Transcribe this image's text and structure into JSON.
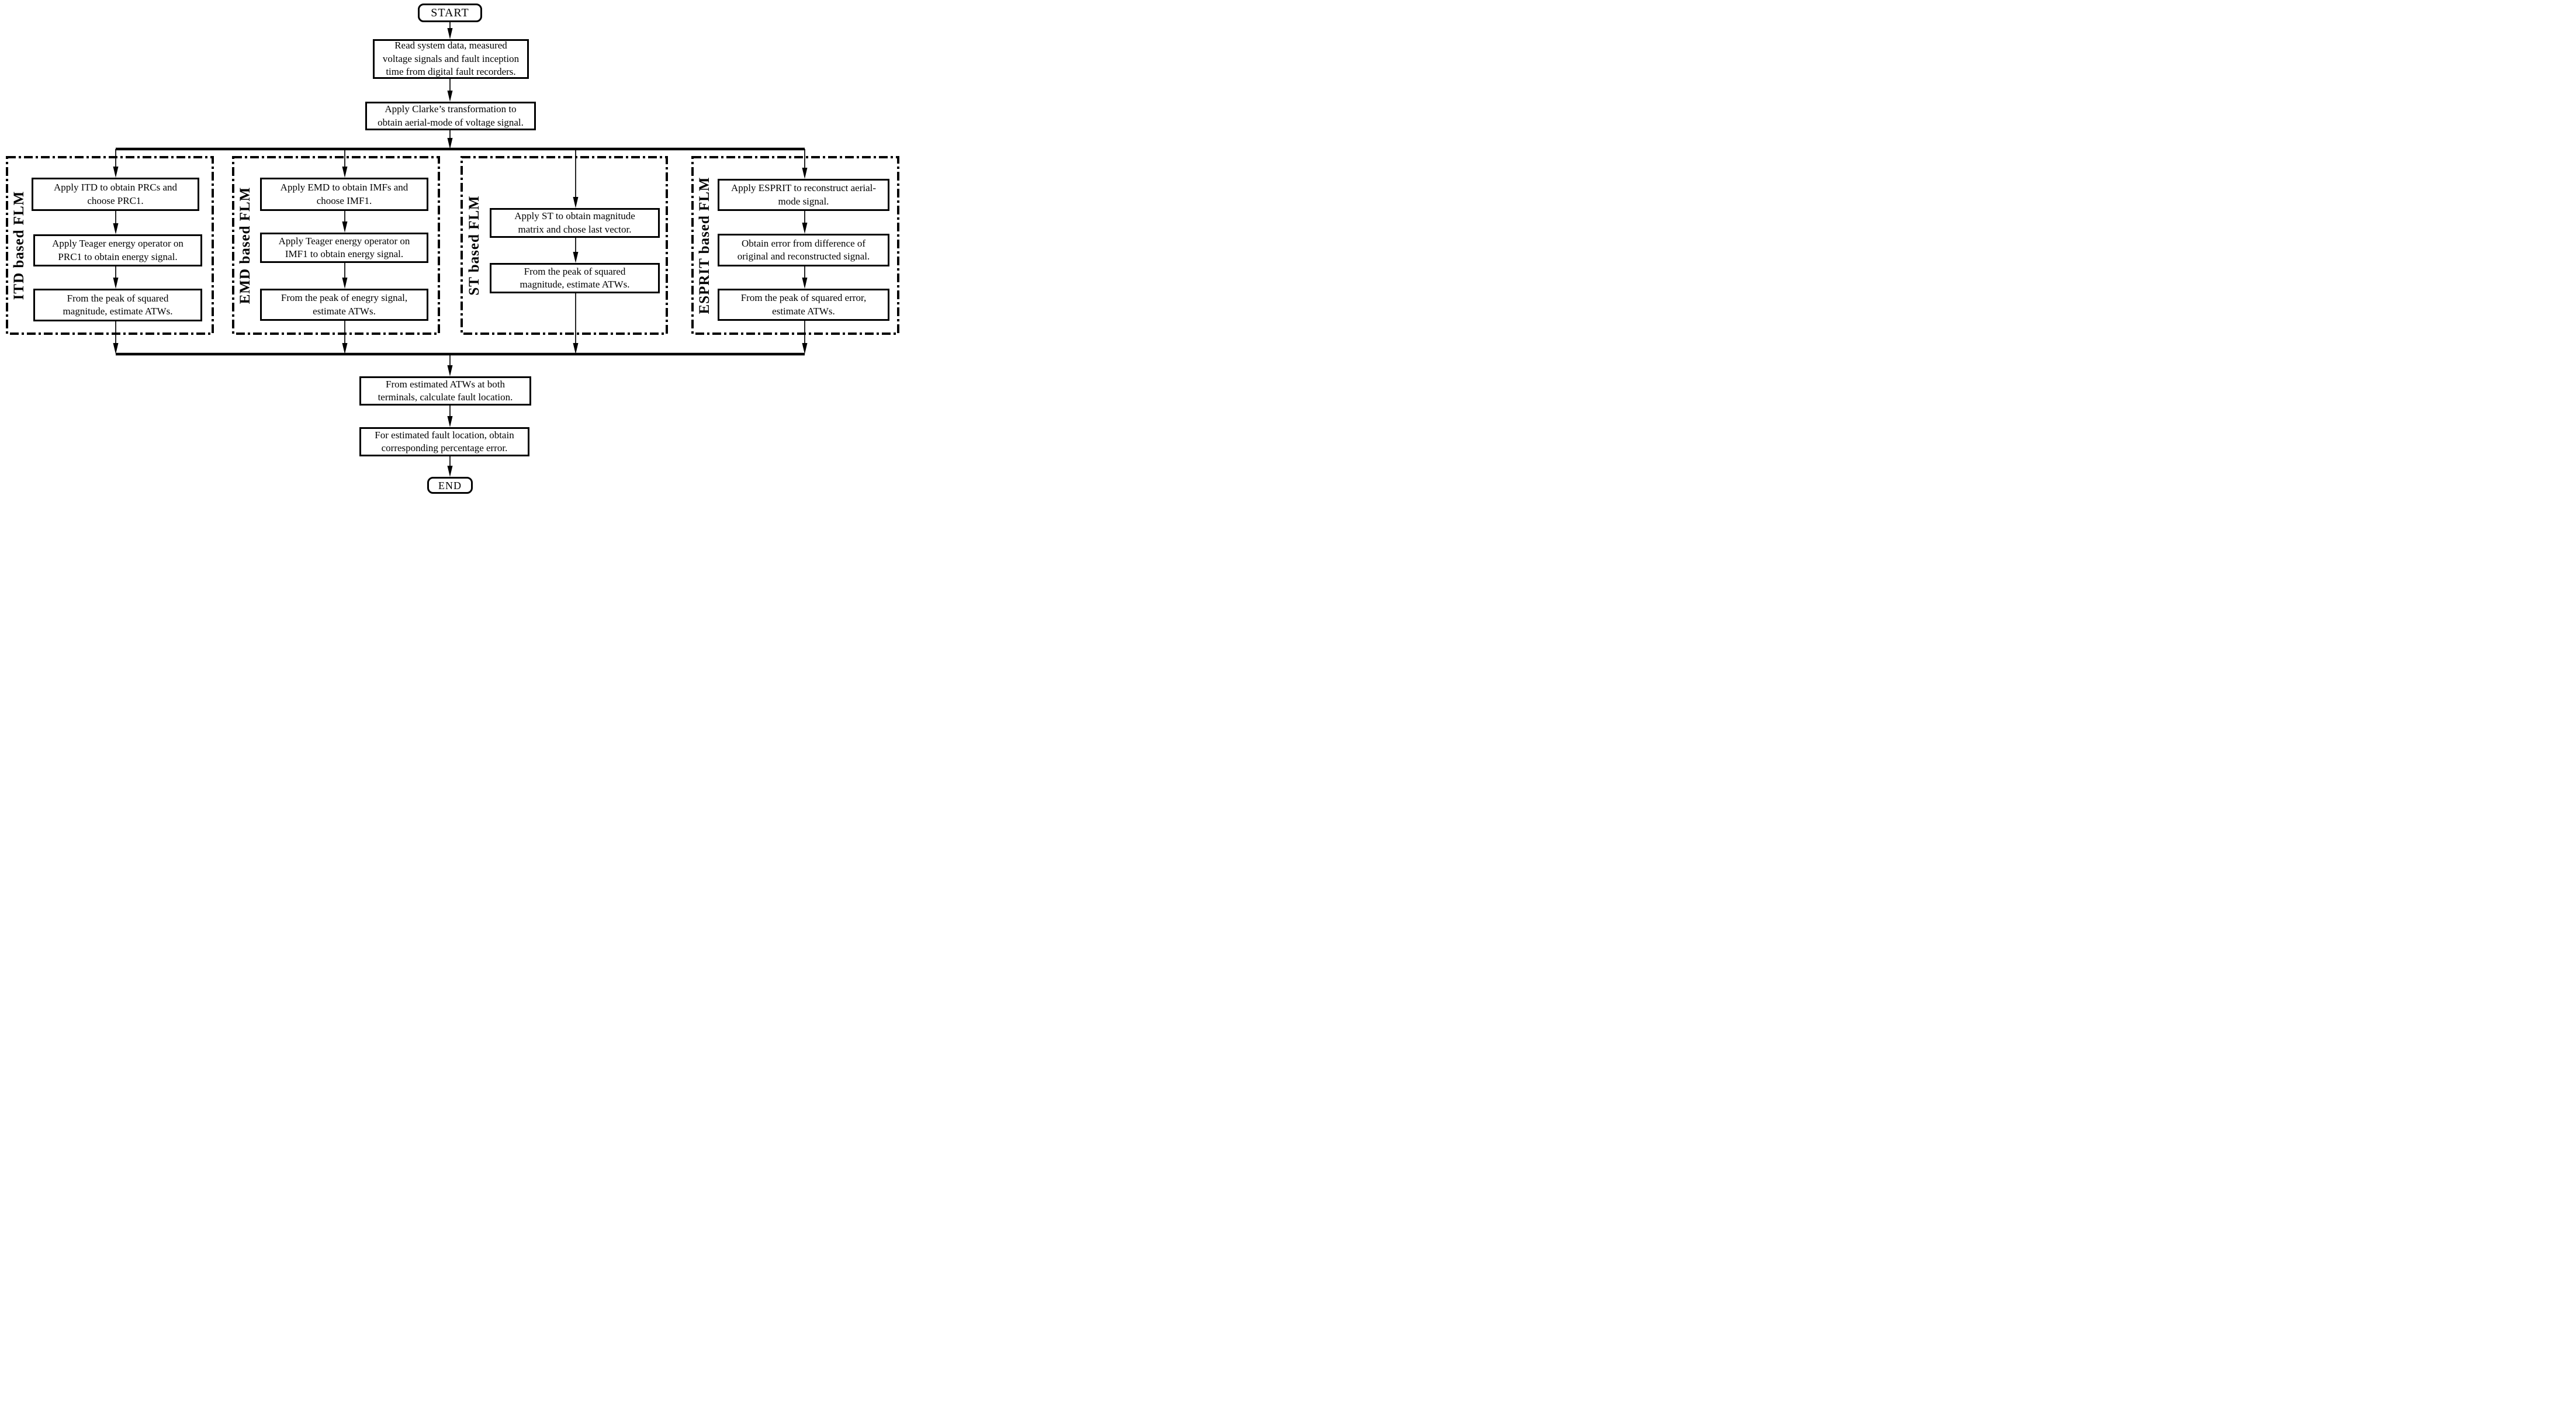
{
  "flow": {
    "start_label": "START",
    "end_label": "END",
    "read_step": "Read system data, measured\nvoltage signals and fault inception\ntime from digital fault recorders.",
    "clarke_step": "Apply Clarke’s transformation to\nobtain aerial-mode of voltage signal.",
    "groups": [
      {
        "label": "ITD based FLM",
        "steps": [
          "Apply ITD to obtain PRCs and\nchoose PRC1.",
          "Apply Teager energy operator on\nPRC1 to obtain energy signal.",
          "From the peak of squared\nmagnitude, estimate ATWs."
        ]
      },
      {
        "label": "EMD based FLM",
        "steps": [
          "Apply EMD to obtain IMFs and\nchoose IMF1.",
          "Apply Teager energy operator on\nIMF1 to obtain energy signal.",
          "From the peak of enegry signal,\nestimate ATWs."
        ]
      },
      {
        "label": "ST based FLM",
        "steps": [
          "Apply ST to obtain magnitude\nmatrix and chose last vector.",
          "From the peak of squared\nmagnitude, estimate ATWs."
        ]
      },
      {
        "label": "ESPRIT based FLM",
        "steps": [
          "Apply ESPRIT to reconstruct aerial-\nmode signal.",
          "Obtain error from difference of\noriginal and reconstructed signal.",
          "From the peak of squared error,\nestimate ATWs."
        ]
      }
    ],
    "calc_step": "From estimated ATWs at both\nterminals, calculate fault location.",
    "error_step": "For estimated fault location, obtain\ncorresponding percentage error.",
    "colors": {
      "ink": "#000000",
      "background": "#ffffff"
    }
  }
}
